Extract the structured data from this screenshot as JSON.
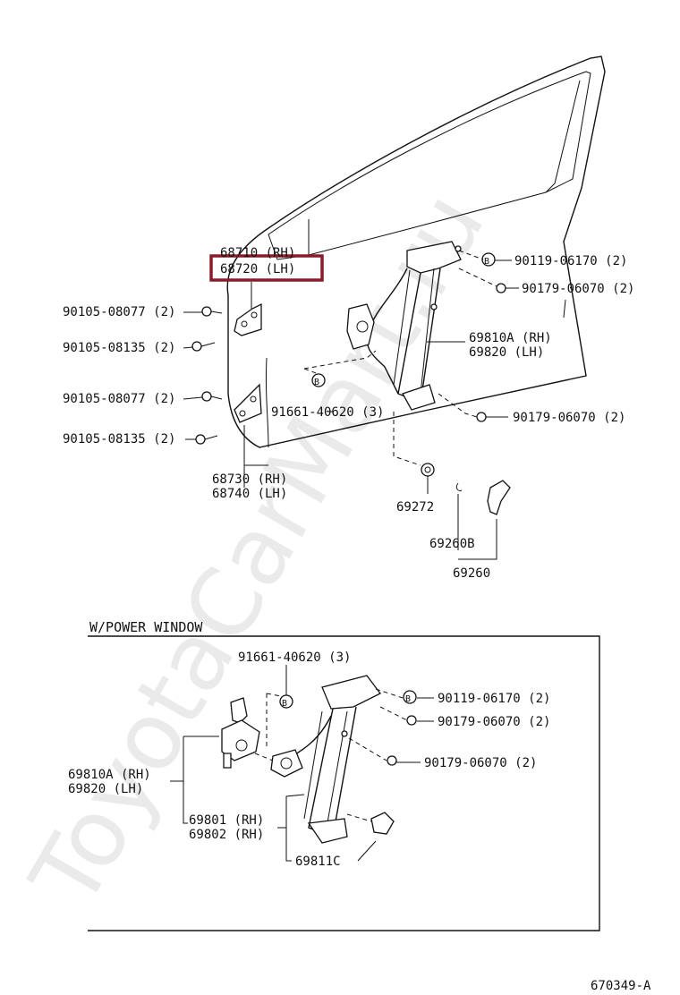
{
  "watermark": "ToyotaCarMart.ru",
  "highlight_color": "#8b1a2b",
  "top_section": {
    "labels": {
      "p68710": "68710 (RH)",
      "p68720": "68720 (LH)",
      "b1": "90105-08077 (2)",
      "b2": "90105-08135 (2)",
      "b3": "90105-08077 (2)",
      "b4": "90105-08135 (2)",
      "p68730": "68730 (RH)",
      "p68740": "68740 (LH)",
      "p91661": "91661-40620 (3)",
      "p90119": "90119-06170 (2)",
      "p90179a": "90179-06070 (2)",
      "p69810A": "69810A (RH)",
      "p69820": "69820  (LH)",
      "p90179b": "90179-06070 (2)",
      "p69272": "69272",
      "p69260B": "69260B",
      "p69260": "69260"
    }
  },
  "power_section": {
    "title": "W/POWER WINDOW",
    "labels": {
      "p91661": "91661-40620 (3)",
      "p90119": "90119-06170 (2)",
      "p90179a": "90179-06070 (2)",
      "p90179b": "90179-06070 (2)",
      "p69810A": "69810A (RH)",
      "p69820": "69820  (LH)",
      "p69801": "69801 (RH)",
      "p69802": "69802 (RH)",
      "p69811C": "69811C"
    }
  },
  "figure_code": "670349-A",
  "b_marker": "B"
}
